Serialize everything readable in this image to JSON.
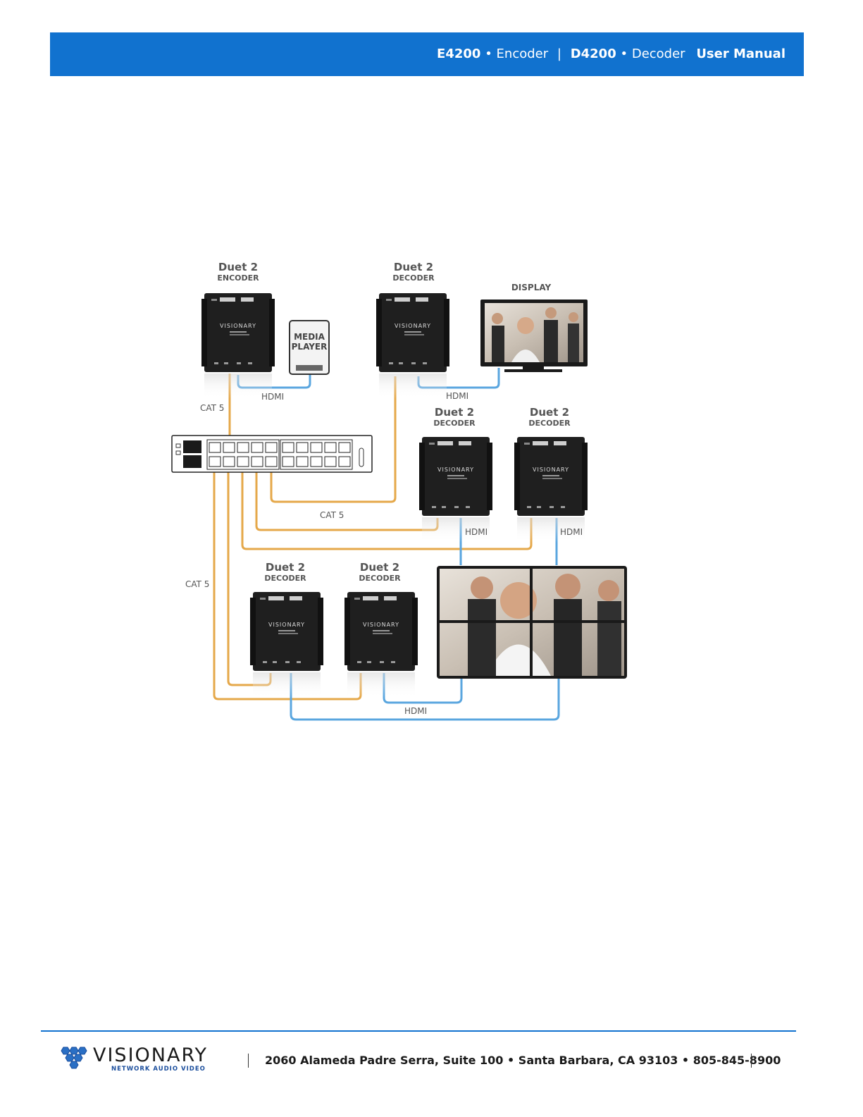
{
  "header": {
    "encoder_model": "E4200",
    "encoder_word": "Encoder",
    "decoder_model": "D4200",
    "decoder_word": "Decoder",
    "manual": "User Manual",
    "bullet": "•",
    "divider": "|"
  },
  "diagram": {
    "devices": [
      {
        "name": "Duet 2",
        "type": "ENCODER"
      },
      {
        "name": "Duet 2",
        "type": "DECODER"
      },
      {
        "name": "Duet 2",
        "type": "DECODER"
      },
      {
        "name": "Duet 2",
        "type": "DECODER"
      },
      {
        "name": "Duet 2",
        "type": "DECODER"
      },
      {
        "name": "Duet 2",
        "type": "DECODER"
      }
    ],
    "display_label": "DISPLAY",
    "media_player": [
      "MEDIA",
      "PLAYER"
    ],
    "cable_labels": {
      "cat5": "CAT 5",
      "hdmi": "HDMI"
    },
    "colors": {
      "cat5_cable": "#e5a84a",
      "hdmi_cable": "#5aa6df",
      "device_body": "#1f1f1f",
      "header_blue": "#1172cf"
    }
  },
  "footer": {
    "brand": "VISIONARY",
    "tagline": "NETWORK AUDIO VIDEO",
    "address": "2060 Alameda Padre Serra, Suite 100 • Santa Barbara, CA 93103 • 805-845-8900"
  }
}
